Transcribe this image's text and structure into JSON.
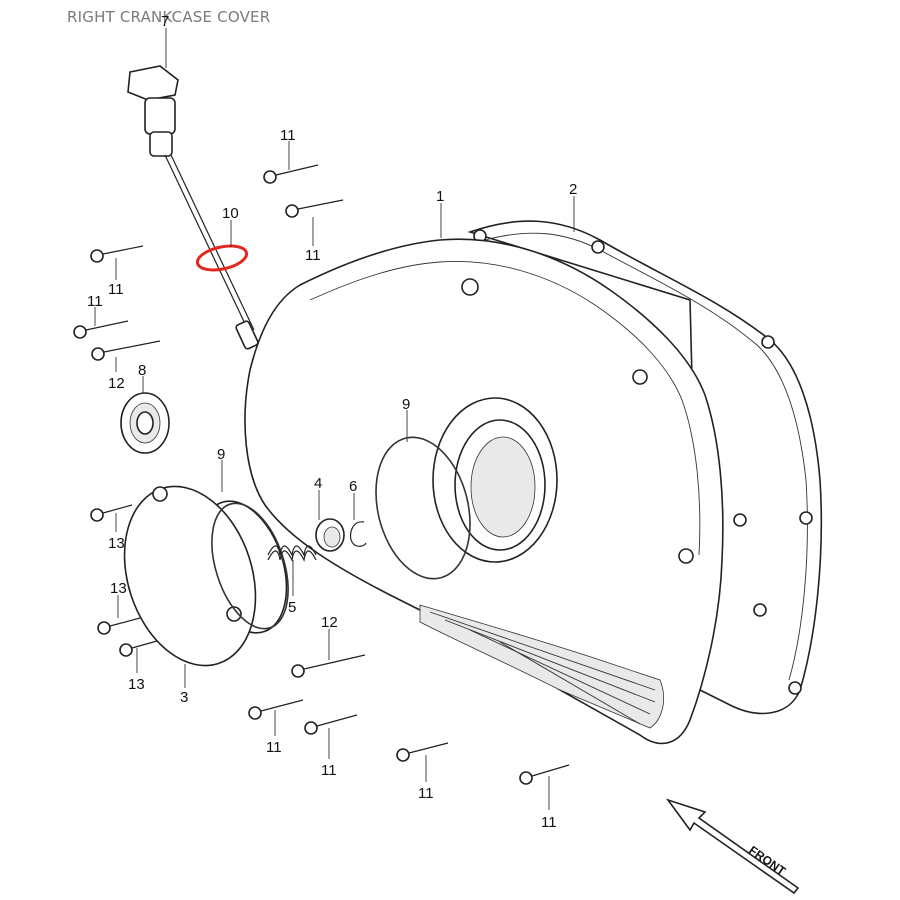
{
  "title": "RIGHT CRANKCASE COVER",
  "front_label": "FRONT",
  "highlight_color": "#e0281e",
  "callouts": [
    {
      "id": "c7",
      "text": "7"
    },
    {
      "id": "c11a",
      "text": "11"
    },
    {
      "id": "c11b",
      "text": "11"
    },
    {
      "id": "c10",
      "text": "10"
    },
    {
      "id": "c1",
      "text": "1"
    },
    {
      "id": "c2",
      "text": "2"
    },
    {
      "id": "c11c",
      "text": "11"
    },
    {
      "id": "c11d",
      "text": "11"
    },
    {
      "id": "c12a",
      "text": "12"
    },
    {
      "id": "c8",
      "text": "8"
    },
    {
      "id": "c9a",
      "text": "9"
    },
    {
      "id": "c9b",
      "text": "9"
    },
    {
      "id": "c4",
      "text": "4"
    },
    {
      "id": "c6",
      "text": "6"
    },
    {
      "id": "c13a",
      "text": "13"
    },
    {
      "id": "c13b",
      "text": "13"
    },
    {
      "id": "c13c",
      "text": "13"
    },
    {
      "id": "c5",
      "text": "5"
    },
    {
      "id": "c3",
      "text": "3"
    },
    {
      "id": "c12b",
      "text": "12"
    },
    {
      "id": "c11e",
      "text": "11"
    },
    {
      "id": "c11f",
      "text": "11"
    },
    {
      "id": "c11g",
      "text": "11"
    },
    {
      "id": "c11h",
      "text": "11"
    }
  ]
}
